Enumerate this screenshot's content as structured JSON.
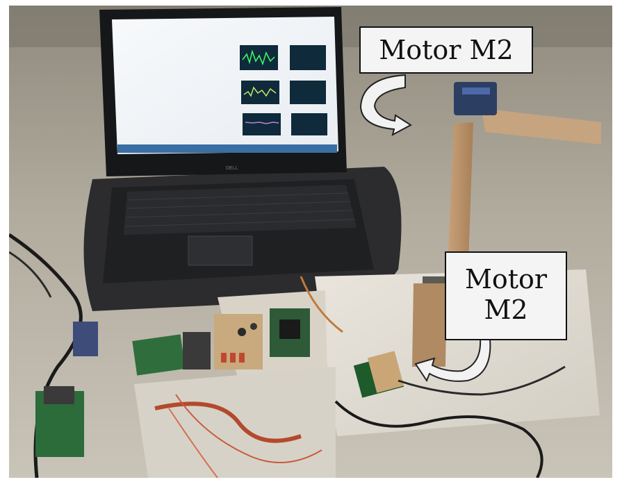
{
  "callouts": {
    "top": "Motor M2",
    "bottom_line1": "Motor",
    "bottom_line2": "M2"
  },
  "laptop": {
    "brand": "DELL"
  }
}
